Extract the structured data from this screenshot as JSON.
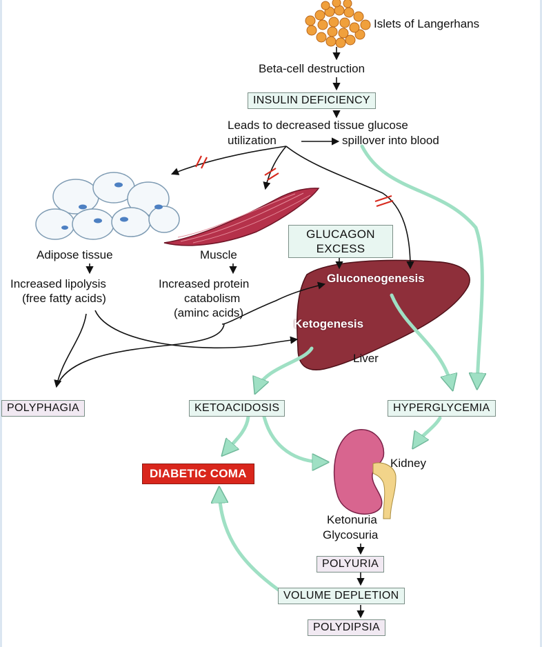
{
  "labels": {
    "islets": "Islets of Langerhans",
    "beta_cell": "Beta-cell destruction",
    "insulin_deficiency": "INSULIN DEFICIENCY",
    "leads_line1": "Leads to decreased tissue glucose",
    "leads_line2": "utilization",
    "spillover": "spillover into blood",
    "adipose": "Adipose tissue",
    "lipolysis_line1": "Increased lipolysis",
    "lipolysis_line2": "(free fatty acids)",
    "muscle": "Muscle",
    "protein_line1": "Increased protein",
    "protein_line2": "catabolism",
    "protein_line3": "(aminc acids)",
    "glucagon_line1": "GLUCAGON",
    "glucagon_line2": "EXCESS",
    "gluconeogenesis": "Gluconeogenesis",
    "ketogenesis": "Ketogenesis",
    "liver": "Liver",
    "polyphagia": "POLYPHAGIA",
    "ketoacidosis": "KETOACIDOSIS",
    "hyperglycemia": "HYPERGLYCEMIA",
    "diabetic_coma": "DIABETIC COMA",
    "kidney": "Kidney",
    "ketonuria": "Ketonuria",
    "glycosuria": "Glycosuria",
    "polyuria": "POLYURIA",
    "volume_depletion": "VOLUME DEPLETION",
    "polydipsia": "POLYDIPSIA"
  },
  "colors": {
    "green_box": "#e8f6f1",
    "pink_box": "#f1e9f2",
    "coma_red": "#d9261c",
    "liver": "#8e2f3a",
    "muscle": "#b5314a",
    "kidney": "#d8658f",
    "arrow_green": "#9fe0c4",
    "block_red": "#d72a1e",
    "islets": "#f0a03c"
  }
}
